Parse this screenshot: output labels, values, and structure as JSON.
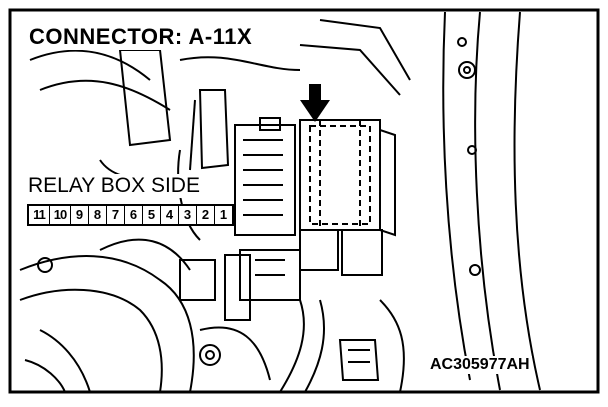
{
  "labels": {
    "title": "CONNECTOR: A-11X",
    "side": "RELAY BOX SIDE",
    "code": "AC305977AH"
  },
  "connector": {
    "pins": [
      "11",
      "10",
      "9",
      "8",
      "7",
      "6",
      "5",
      "4",
      "3",
      "2",
      "1"
    ]
  },
  "icons": {
    "pointer": "arrow-down-icon"
  },
  "colors": {
    "line": "#000000",
    "background": "#ffffff"
  }
}
